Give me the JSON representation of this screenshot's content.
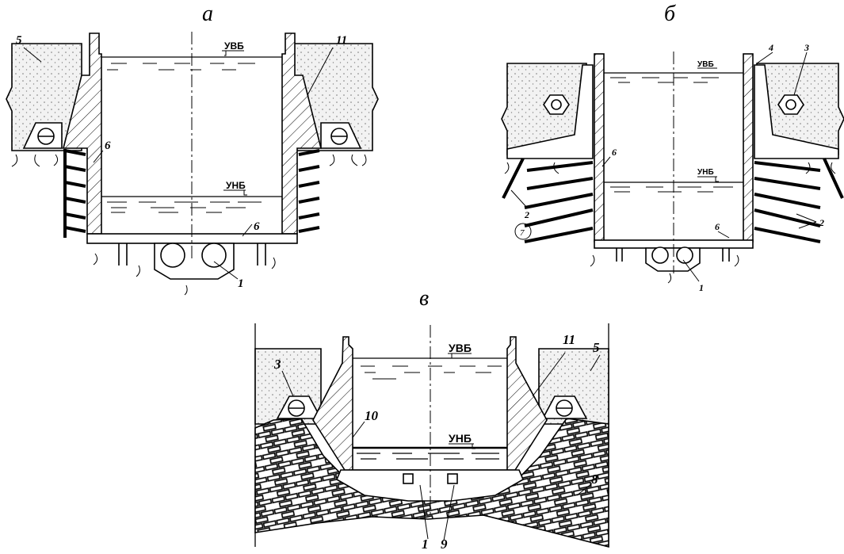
{
  "captions": {
    "a": "а",
    "b": "б",
    "v": "в"
  },
  "levels": {
    "upper": "УВБ",
    "lower": "УНБ"
  },
  "numbers": {
    "a": {
      "n5": "5",
      "n11": "11",
      "n6_wall": "6",
      "n6_floor": "6",
      "n1": "1"
    },
    "b": {
      "n4": "4",
      "n3": "3",
      "n6_wall": "6",
      "n6_floor": "6",
      "n2_left": "2",
      "n7": "7",
      "n2_right": "2",
      "n1": "1"
    },
    "v": {
      "n3": "3",
      "n11": "11",
      "n5": "5",
      "n10": "10",
      "n8": "8",
      "n1": "1",
      "n9": "9"
    }
  },
  "colors": {
    "ink": "#000000",
    "soil_fill": "#e8e8e8",
    "background": "#ffffff"
  }
}
